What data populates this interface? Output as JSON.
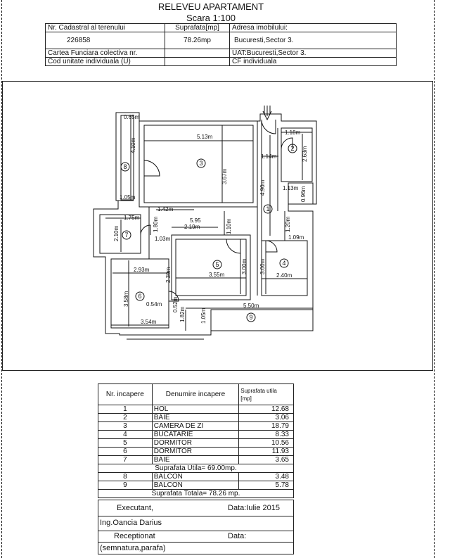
{
  "header": {
    "title": "RELEVEU APARTAMENT",
    "scale": "Scara 1:100",
    "cadastral_label": "Nr. Cadastral al terenului",
    "area_label": "Suprafata[mp]",
    "address_label": "Adresa imobilului:",
    "cadastral_value": "226858",
    "area_value": "78.26mp",
    "address_value": "Bucuresti,Sector 3.",
    "land_book_label": "Cartea Funciara colectiva nr.",
    "uat_label": "UAT:Bucuresti,Sector 3.",
    "unit_code_label": "Cod unitate individuala (U)",
    "cf_label": "CF individuala"
  },
  "plan": {
    "dimensions": [
      "0.65m",
      "4.10m",
      "5.13m",
      "3.67m",
      "1.14m",
      "4.90m",
      "1.18m",
      "2.63m",
      "1.13m",
      "0.96m",
      "1.05m",
      "1.42m",
      "1.75m",
      "2.10m",
      "1.80m",
      "5.95",
      "2.19m",
      "1.10m",
      "1.20m",
      "1.09m",
      "1.03m",
      "2.93m",
      "2.30m",
      "3.55m",
      "3.00m",
      "3.00m",
      "2.40m",
      "3.58m",
      "0.54m",
      "0.52m",
      "5.50m",
      "1.82m",
      "1.05m",
      "3.54m"
    ],
    "room_markers": [
      "1",
      "2",
      "3",
      "4",
      "5",
      "6",
      "7",
      "8",
      "9"
    ]
  },
  "rooms_table": {
    "col_nr": "Nr. incapere",
    "col_name": "Denumire incapere",
    "col_area": "Suprafata utila [mp]",
    "rows": [
      {
        "nr": "1",
        "name": "HOL",
        "area": "12.68"
      },
      {
        "nr": "2",
        "name": "BAIE",
        "area": "3.06"
      },
      {
        "nr": "3",
        "name": "CAMERA DE ZI",
        "area": "18.79"
      },
      {
        "nr": "4",
        "name": "BUCATARIE",
        "area": "8.33"
      },
      {
        "nr": "5",
        "name": "DORMITOR",
        "area": "10.56"
      },
      {
        "nr": "6",
        "name": "DORMITOR",
        "area": "11.93"
      },
      {
        "nr": "7",
        "name": "BAIE",
        "area": "3.65"
      }
    ],
    "useful_total": "Suprafata Utila= 69.00mp.",
    "balcony_rows": [
      {
        "nr": "8",
        "name": "BALCON",
        "area": "3.48"
      },
      {
        "nr": "9",
        "name": "BALCON",
        "area": "5.78"
      }
    ],
    "grand_total": "Suprafata Totala= 78.26 mp."
  },
  "signature": {
    "executant": "Executant,",
    "date": "Data:Iulie 2015",
    "engineer": "Ing.Oancia Darius",
    "receptionat": "Receptionat",
    "data_blank": "Data:",
    "stamp": "(semnatura,parafa)"
  }
}
